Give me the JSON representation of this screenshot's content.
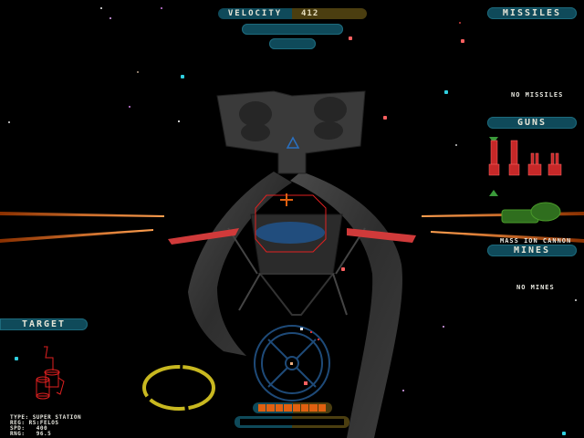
{
  "hud": {
    "velocity": {
      "label": "VELOCITY",
      "value": "412"
    },
    "missiles": {
      "title": "MISSILES",
      "status": "NO MISSILES"
    },
    "guns": {
      "title": "GUNS",
      "selected_weapon": "MASS ION CANNON",
      "gun_count": 4
    },
    "mines": {
      "title": "MINES",
      "status": "NO MINES"
    },
    "target": {
      "title": "TARGET",
      "type_label": "TYPE:",
      "type_value": "SUPER STATION",
      "reg_label": "REG:",
      "reg_value": "RS:FELOS",
      "spd_label": "SPD:",
      "spd_value": "400",
      "rng_label": "RNG:",
      "rng_value": "96.5"
    },
    "energy_bar": {
      "segments": 8,
      "filled": 8
    },
    "shield_bar": {
      "filled": 0
    }
  },
  "colors": {
    "hud_panel": "#0f4a5a",
    "velocity_value_bg": "#4b3e10",
    "laser_orange": "#ff7a1a",
    "target_red": "#e02020",
    "radar_blue": "#1e4a78",
    "gun_red": "#c62828",
    "ion_cannon_green": "#2f6e1e",
    "ring_yellow": "#c8b820"
  }
}
